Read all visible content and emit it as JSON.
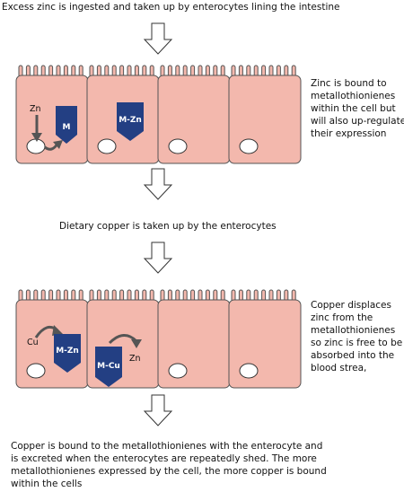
{
  "step1_text": "Excess zinc is ingested and taken up by enterocytes lining the intestine",
  "panel1_note": [
    "Zinc is bound to",
    "metallothionienes",
    "within the cell but",
    "will also up-regulate",
    "their expression"
  ],
  "step2_text": "Dietary copper is taken up by the enterocytes",
  "panel2_note": [
    "Copper displaces",
    "zinc from the",
    "metallothionienes",
    "so zinc is free to be",
    "absorbed into the",
    "blood strea,"
  ],
  "final_text": [
    "Copper is bound to the metallothionienes with the enterocyte and",
    "is excreted when the enterocytes are repeatedly shed. The more",
    "metallothionienes expressed by the cell, the more copper is bound",
    "within the cells"
  ],
  "panel1_labels": {
    "zn": "Zn",
    "m": "M",
    "mzn": "M-Zn"
  },
  "panel2_labels": {
    "cu": "Cu",
    "mzn": "M-Zn",
    "mcu": "M-Cu",
    "zn": "Zn"
  },
  "colors": {
    "cell_fill": "#f3b8ad",
    "protein": "#233f83"
  }
}
